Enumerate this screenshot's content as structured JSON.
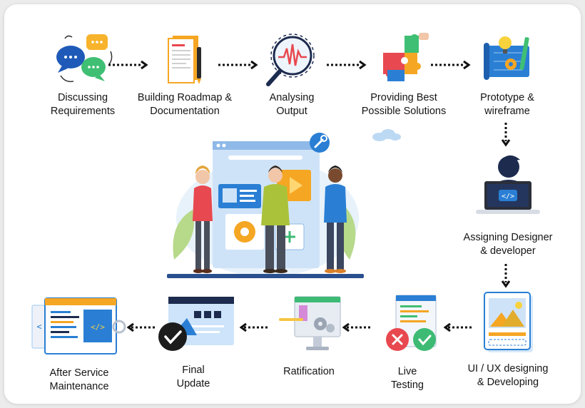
{
  "steps": [
    {
      "line1": "Discussing",
      "line2": "Requirements"
    },
    {
      "line1": "Building Roadmap &",
      "line2": "Documentation"
    },
    {
      "line1": "Analysing",
      "line2": "Output"
    },
    {
      "line1": "Providing Best",
      "line2": "Possible Solutions"
    },
    {
      "line1": "Prototype &",
      "line2": "wireframe"
    },
    {
      "line1": "Assigning Designer",
      "line2": "& developer"
    },
    {
      "line1": "UI / UX designing",
      "line2": "& Developing"
    },
    {
      "line1": "Live",
      "line2": "Testing"
    },
    {
      "line1": "Ratification",
      "line2": ""
    },
    {
      "line1": "Final",
      "line2": "Update"
    },
    {
      "line1": "After Service",
      "line2": "Maintenance"
    }
  ],
  "colors": {
    "blue": "#2a7fd4",
    "orange": "#f5a623",
    "navy": "#1d2b4f",
    "red": "#e8484f",
    "green": "#3dbb74"
  },
  "icons": {
    "discussing": "chat-bubbles-icon",
    "roadmap": "document-pen-icon",
    "analysing": "magnifier-wave-icon",
    "solutions": "puzzle-icon",
    "prototype": "blueprint-icon",
    "assigning": "developer-laptop-icon",
    "designing": "image-card-icon",
    "testing": "browser-check-icon",
    "ratification": "monitor-gears-icon",
    "final": "screen-check-icon",
    "maintenance": "code-screen-icon"
  }
}
